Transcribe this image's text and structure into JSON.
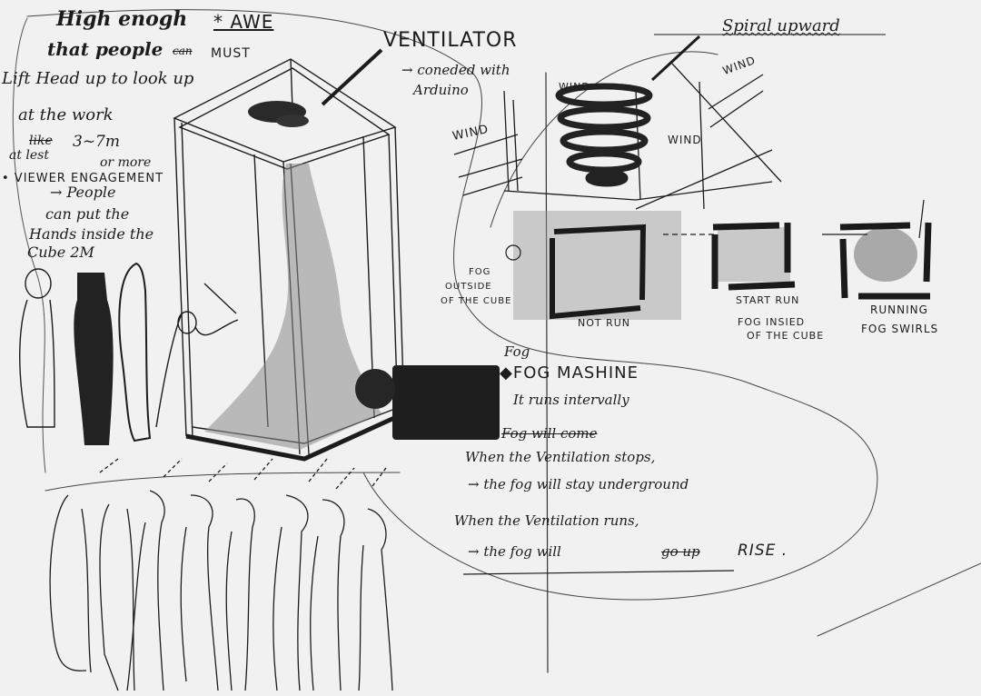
{
  "left_notes": {
    "line1": "High enogh",
    "awe": "* AWE",
    "line2": "that people",
    "line2_struck": "can",
    "must": "MUST",
    "line3": "Lift Head up to look up",
    "line4": "at the work",
    "line5_struck": "like",
    "height": "3~7m",
    "at_least": "at lest",
    "or_more": "or more",
    "engagement": "• VIEWER ENGAGEMENT",
    "people": "→ People",
    "can_put": "can put the",
    "hands_inside": "Hands inside the",
    "cube": "Cube 2M"
  },
  "ventilator": {
    "title": "VENTILATOR",
    "note1": "→ coneded with",
    "note2": "Arduino"
  },
  "spiral": {
    "title": "Spiral upward",
    "wind_labels": [
      "WIND",
      "WIND",
      "WIND",
      "WIND"
    ]
  },
  "states": {
    "fog_outside_1": "FOG",
    "fog_outside_2": "OUTSIDE",
    "fog_outside_3": "OF THE CUBE",
    "not_run": "NOT RUN",
    "start_run": "START RUN",
    "fog_inside_1": "FOG INSIED",
    "fog_inside_2": "OF THE CUBE",
    "running": "RUNNING",
    "fog_swirls": "FOG SWIRLS"
  },
  "fog_machine": {
    "fog_small": "Fog",
    "title": "◆FOG MASHINE",
    "note": "It runs intervally",
    "struck": "Fog will come",
    "stops_1": "When the Ventilation stops,",
    "stops_2": "→ the fog will stay underground",
    "runs_1": "When the Ventilation runs,",
    "runs_2": "→ the fog will",
    "runs_struck": "go up",
    "rise": "RISE ."
  },
  "colors": {
    "ink": "#1c1c1c",
    "paper": "#f1f1f1",
    "fog": "#6b6b6b"
  }
}
